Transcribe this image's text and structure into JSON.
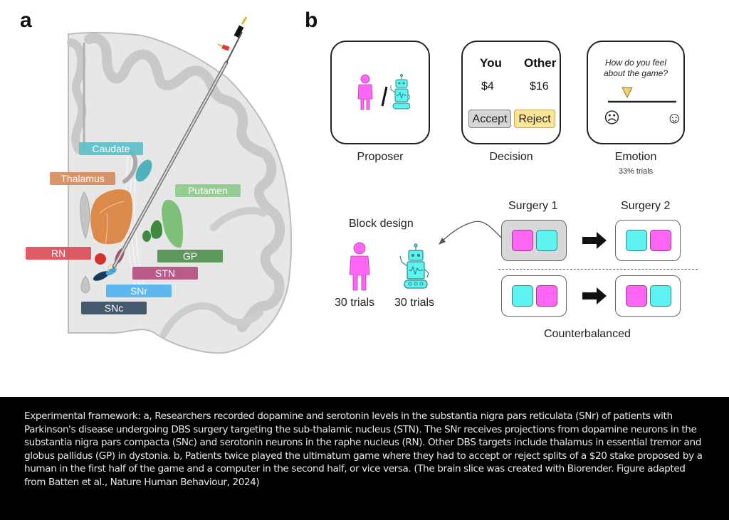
{
  "panel_a": {
    "letter": "a",
    "regions": [
      {
        "name": "Caudate",
        "color": "#5bbfc6"
      },
      {
        "name": "Thalamus",
        "color": "#d88a5c"
      },
      {
        "name": "Putamen",
        "color": "#8ccc8c"
      },
      {
        "name": "RN",
        "color": "#dc4a55"
      },
      {
        "name": "GP",
        "color": "#4f8f4e"
      },
      {
        "name": "STN",
        "color": "#b44c7e"
      },
      {
        "name": "SNr",
        "color": "#4fb4f0"
      },
      {
        "name": "SNc",
        "color": "#334a60"
      }
    ]
  },
  "panel_b": {
    "letter": "b",
    "cards": {
      "proposer": {
        "caption": "Proposer",
        "separator": "/"
      },
      "decision": {
        "caption": "Decision",
        "you_label": "You",
        "other_label": "Other",
        "you_value": "$4",
        "other_value": "$16",
        "accept_label": "Accept",
        "reject_label": "Reject"
      },
      "emotion": {
        "caption": "Emotion",
        "subcaption": "33% trials",
        "question_line1": "How do you feel",
        "question_line2": "about the game?",
        "sad_face": "☹",
        "happy_face": "☺"
      }
    },
    "block_design": {
      "title": "Block design",
      "human_trials": "30 trials",
      "computer_trials": "30 trials"
    },
    "surgery": {
      "surgery1_label": "Surgery 1",
      "surgery2_label": "Surgery 2",
      "counterbalanced_label": "Counterbalanced",
      "rows": [
        {
          "surgery1": [
            "human",
            "computer"
          ],
          "surgery2": [
            "computer",
            "human"
          ]
        },
        {
          "surgery1": [
            "computer",
            "human"
          ],
          "surgery2": [
            "human",
            "computer"
          ]
        }
      ]
    },
    "colors": {
      "human": "#ff66f4",
      "computer": "#5ef2f0",
      "reject_button": "#fbe59a",
      "accept_button": "#d6d6d6"
    }
  },
  "caption": "Experimental framework: a, Researchers recorded dopamine and serotonin levels in the substantia nigra pars reticulata (SNr) of patients with Parkinson's disease undergoing DBS surgery targeting the sub-thalamic nucleus (STN). The SNr receives projections from dopamine neurons in the substantia nigra pars compacta (SNc) and serotonin neurons in the raphe nucleus (RN). Other DBS targets include thalamus in essential tremor and globus pallidus (GP) in dystonia. b, Patients twice played the ultimatum game where they had to accept or reject splits of a $20 stake proposed by a human in the first half of the game and a computer in the second half, or vice versa. (The brain slice was created with Biorender. Figure adapted from Batten et al., Nature Human Behaviour, 2024)"
}
